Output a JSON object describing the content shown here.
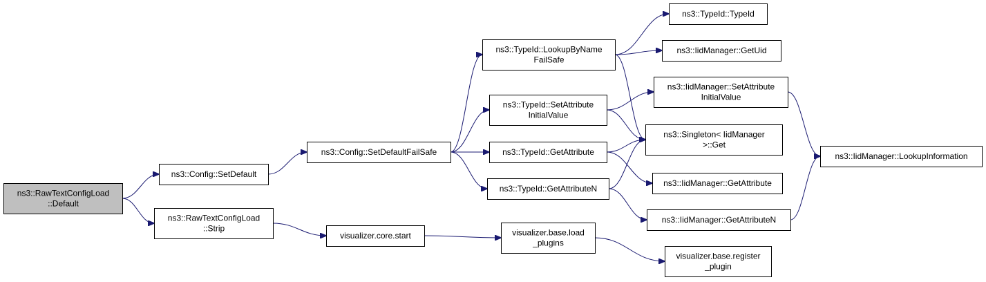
{
  "colors": {
    "edge": "#191970",
    "node_fill": "#ffffff",
    "root_fill": "#bfbfbf",
    "border": "#000000"
  },
  "nodes": {
    "raw_default": {
      "lines": [
        "ns3::RawTextConfigLoad",
        "::Default"
      ],
      "root": true
    },
    "config_setdefault": {
      "lines": [
        "ns3::Config::SetDefault"
      ]
    },
    "raw_strip": {
      "lines": [
        "ns3::RawTextConfigLoad",
        "::Strip"
      ]
    },
    "config_setdefaultfailsafe": {
      "lines": [
        "ns3::Config::SetDefaultFailSafe"
      ]
    },
    "viz_core_start": {
      "lines": [
        "visualizer.core.start"
      ]
    },
    "typeid_lookupbyname": {
      "lines": [
        "ns3::TypeId::LookupByName",
        "FailSafe"
      ]
    },
    "typeid_setattr_init": {
      "lines": [
        "ns3::TypeId::SetAttribute",
        "InitialValue"
      ]
    },
    "typeid_getattribute": {
      "lines": [
        "ns3::TypeId::GetAttribute"
      ]
    },
    "typeid_getattributen": {
      "lines": [
        "ns3::TypeId::GetAttributeN"
      ]
    },
    "viz_base_load": {
      "lines": [
        "visualizer.base.load",
        "_plugins"
      ]
    },
    "typeid_typeid": {
      "lines": [
        "ns3::TypeId::TypeId"
      ]
    },
    "iid_getuid": {
      "lines": [
        "ns3::IidManager::GetUid"
      ]
    },
    "iid_setattr_init": {
      "lines": [
        "ns3::IidManager::SetAttribute",
        "InitialValue"
      ]
    },
    "singleton_get": {
      "lines": [
        "ns3::Singleton< IidManager",
        ">::Get"
      ]
    },
    "iid_getattribute": {
      "lines": [
        "ns3::IidManager::GetAttribute"
      ]
    },
    "iid_getattributen": {
      "lines": [
        "ns3::IidManager::GetAttributeN"
      ]
    },
    "viz_base_register": {
      "lines": [
        "visualizer.base.register",
        "_plugin"
      ]
    },
    "iid_lookupinfo": {
      "lines": [
        "ns3::IidManager::LookupInformation"
      ]
    }
  },
  "edges": [
    [
      "raw_default",
      "config_setdefault"
    ],
    [
      "raw_default",
      "raw_strip"
    ],
    [
      "config_setdefault",
      "config_setdefaultfailsafe"
    ],
    [
      "raw_strip",
      "viz_core_start"
    ],
    [
      "config_setdefaultfailsafe",
      "typeid_lookupbyname"
    ],
    [
      "config_setdefaultfailsafe",
      "typeid_setattr_init"
    ],
    [
      "config_setdefaultfailsafe",
      "typeid_getattribute"
    ],
    [
      "config_setdefaultfailsafe",
      "typeid_getattributen"
    ],
    [
      "viz_core_start",
      "viz_base_load"
    ],
    [
      "viz_base_load",
      "viz_base_register"
    ],
    [
      "typeid_lookupbyname",
      "typeid_typeid"
    ],
    [
      "typeid_lookupbyname",
      "iid_getuid"
    ],
    [
      "typeid_lookupbyname",
      "singleton_get"
    ],
    [
      "typeid_setattr_init",
      "iid_setattr_init"
    ],
    [
      "typeid_setattr_init",
      "singleton_get"
    ],
    [
      "typeid_getattribute",
      "singleton_get"
    ],
    [
      "typeid_getattribute",
      "iid_getattribute"
    ],
    [
      "typeid_getattributen",
      "singleton_get"
    ],
    [
      "typeid_getattributen",
      "iid_getattributen"
    ],
    [
      "iid_setattr_init",
      "iid_lookupinfo"
    ],
    [
      "iid_getattributen",
      "iid_lookupinfo"
    ]
  ]
}
